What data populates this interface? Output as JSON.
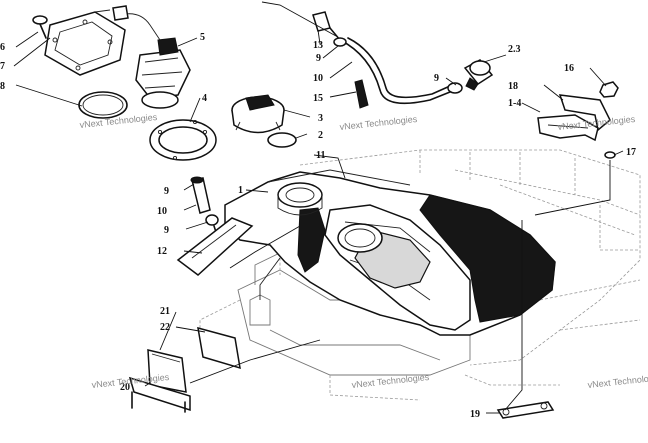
{
  "watermark": "vNext Technologies",
  "callouts": {
    "c1": "1",
    "c2": "2",
    "c3": "3",
    "c4": "4",
    "c5": "5",
    "c6": "6",
    "c7": "7",
    "c8": "8",
    "c9a": "9",
    "c9b": "9",
    "c9c": "9",
    "c9d": "9",
    "c10a": "10",
    "c10b": "10",
    "c11": "11",
    "c12": "12",
    "c13": "13",
    "c14": "1-4",
    "c15": "15",
    "c16": "16",
    "c17": "17",
    "c18": "18",
    "c19": "19",
    "c20": "20",
    "c21": "21",
    "c22": "22",
    "c23": "2.3"
  }
}
